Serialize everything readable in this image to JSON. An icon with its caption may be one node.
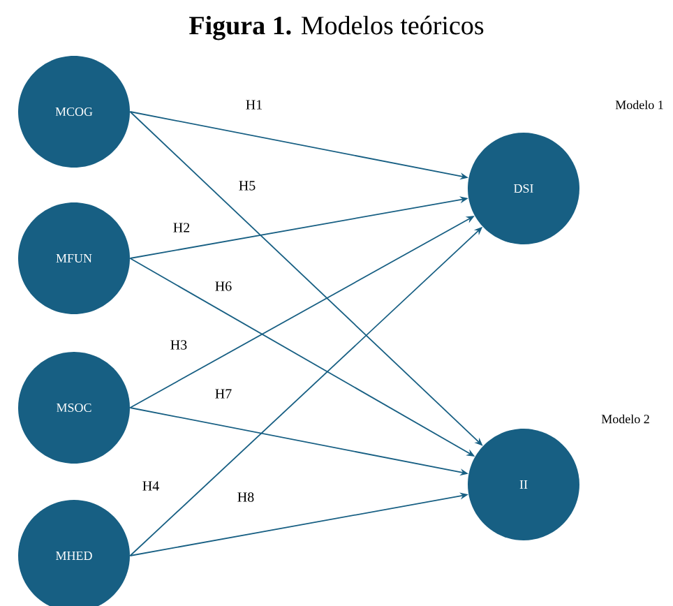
{
  "diagram": {
    "title": "**Figura 1.** Modelos teóricos",
    "nodes": [
      {
        "text": [
          "MCOG"
        ]
      },
      {
        "text": [
          "MFUN"
        ]
      },
      {
        "text": [
          "MSOC"
        ]
      },
      {
        "text": [
          "MHED"
        ]
      },
      {
        "text": [
          "DSI"
        ],
        "beside": [
          "Modelo 1"
        ]
      },
      {
        "text": [
          "II"
        ],
        "beside": [
          "Modelo 2"
        ]
      }
    ],
    "edges": [
      {
        "from": 0,
        "to": 4,
        "arrow": "to",
        "label": "H1"
      },
      {
        "from": 0,
        "to": 5,
        "arrow": "to",
        "label": "H5"
      },
      {
        "from": 1,
        "to": 4,
        "arrow": "to",
        "label": "H2"
      },
      {
        "from": 1,
        "to": 5,
        "arrow": "to",
        "label": "H6"
      },
      {
        "from": 2,
        "to": 4,
        "arrow": "to",
        "label": "H3"
      },
      {
        "from": 2,
        "to": 5,
        "arrow": "to",
        "label": "H7"
      },
      {
        "from": 3,
        "to": 4,
        "arrow": "to",
        "label": "H4"
      },
      {
        "from": 3,
        "to": 5,
        "arrow": "to",
        "label": "H8"
      }
    ]
  }
}
